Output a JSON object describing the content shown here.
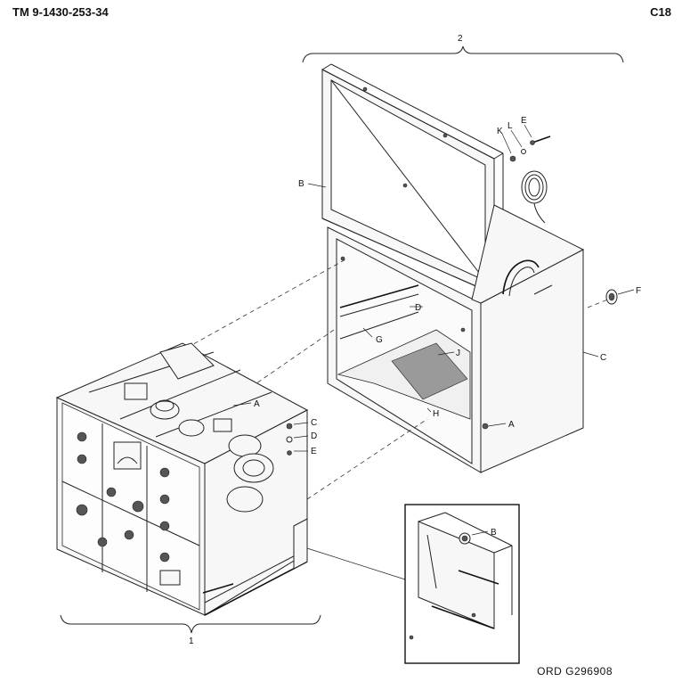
{
  "header": {
    "doc_number": "TM 9-1430-253-34",
    "change": "C18"
  },
  "figure_id": "ORD G296908",
  "assemblies": {
    "cabinet": "2",
    "chassis": "1"
  },
  "callouts": {
    "b_cabinet": "B",
    "k": "K",
    "l": "L",
    "e_top": "E",
    "d_cabinet": "D",
    "g": "G",
    "j": "J",
    "f": "F",
    "c_cabinet": "C",
    "h": "H",
    "a_cabinet": "A",
    "a_chassis": "A",
    "c_hw": "C",
    "d_hw": "D",
    "e_hw": "E",
    "b_detail": "B"
  }
}
